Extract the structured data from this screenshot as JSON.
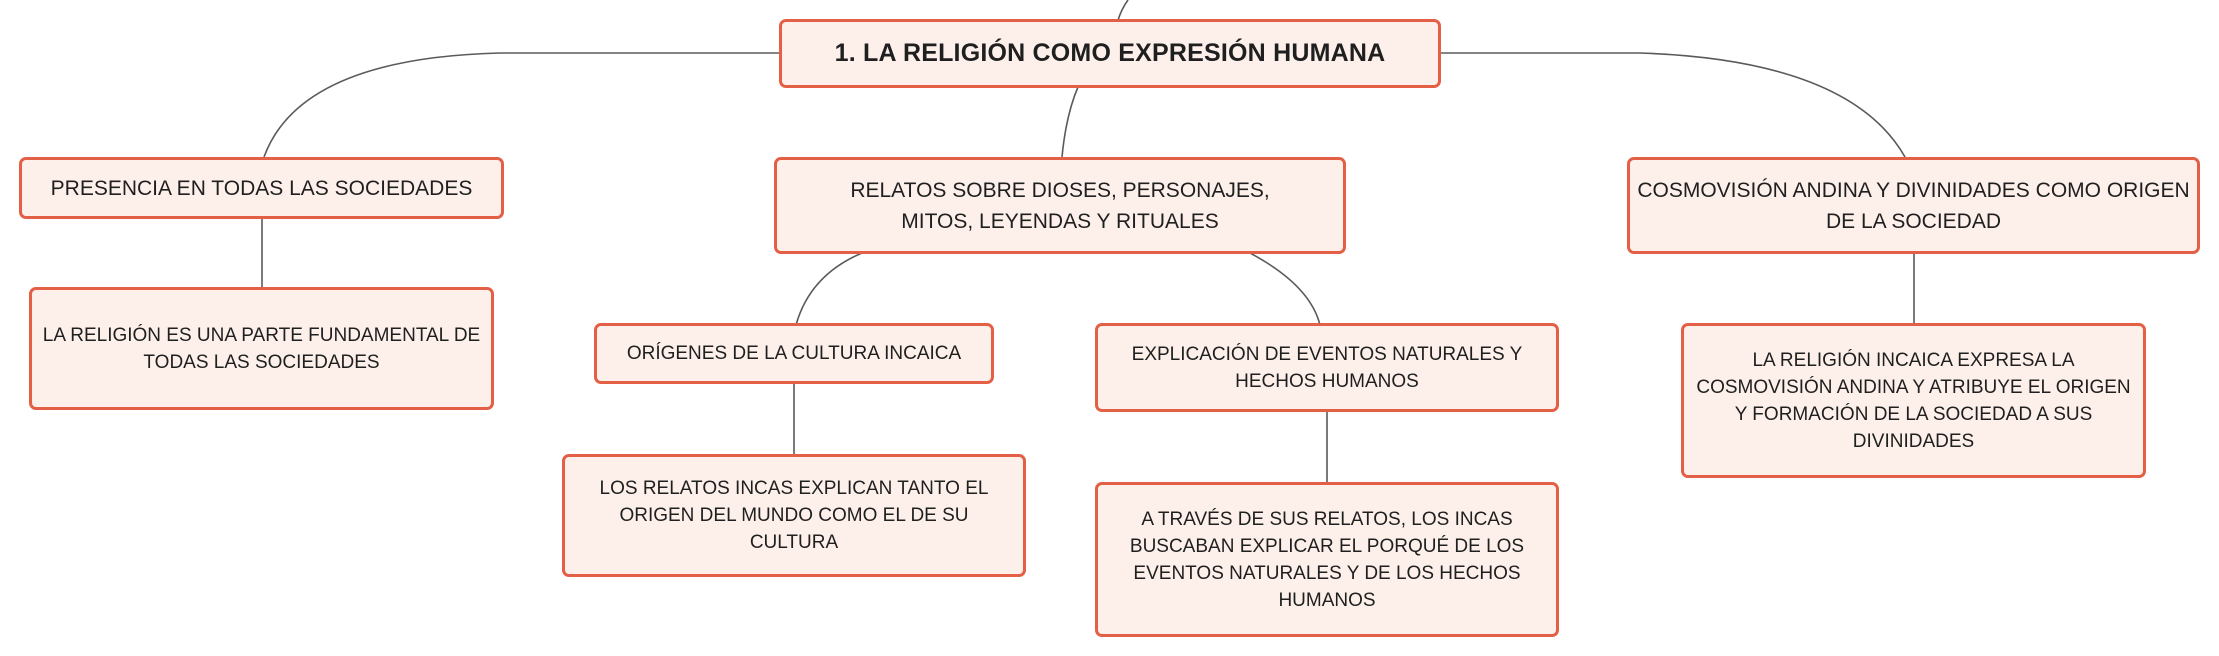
{
  "colors": {
    "node_border": "#e35f45",
    "node_fill": "#fdf0eb",
    "connector": "#5a5a5a",
    "text": "#1f1f1f"
  },
  "root": {
    "label": "1. LA RELIGIÓN COMO EXPRESIÓN HUMANA"
  },
  "topics": [
    {
      "label": "PRESENCIA EN TODAS LAS SOCIEDADES",
      "children": [
        {
          "label": "LA RELIGIÓN ES UNA PARTE FUNDAMENTAL DE TODAS LAS SOCIEDADES"
        }
      ]
    },
    {
      "label": "RELATOS SOBRE DIOSES, PERSONAJES, MITOS, LEYENDAS Y RITUALES",
      "children": [
        {
          "label": "ORÍGENES DE LA CULTURA INCAICA",
          "children": [
            {
              "label": "LOS RELATOS INCAS EXPLICAN TANTO EL ORIGEN DEL MUNDO COMO EL DE SU CULTURA"
            }
          ]
        },
        {
          "label": "EXPLICACIÓN DE EVENTOS NATURALES Y HECHOS HUMANOS",
          "children": [
            {
              "label": "A TRAVÉS DE SUS RELATOS, LOS INCAS BUSCABAN EXPLICAR EL PORQUÉ DE LOS EVENTOS NATURALES Y DE LOS HECHOS HUMANOS"
            }
          ]
        }
      ]
    },
    {
      "label": "COSMOVISIÓN ANDINA Y DIVINIDADES COMO ORIGEN DE LA SOCIEDAD",
      "children": [
        {
          "label": "LA RELIGIÓN INCAICA EXPRESA LA COSMOVISIÓN ANDINA Y ATRIBUYE EL ORIGEN Y FORMACIÓN DE LA SOCIEDAD A SUS DIVINIDADES"
        }
      ]
    }
  ]
}
